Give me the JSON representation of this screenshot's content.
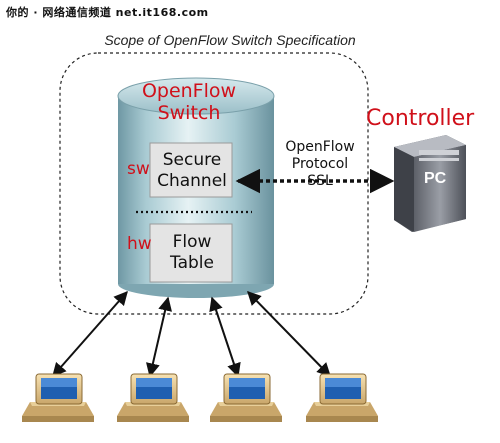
{
  "watermark": "你的 · 网络通信频道  net.it168.com",
  "scope_title": "Scope of OpenFlow Switch Specification",
  "switch": {
    "title_line1": "OpenFlow",
    "title_line2": "Switch"
  },
  "layers": {
    "sw": "sw",
    "hw": "hw"
  },
  "secure_channel": {
    "line1": "Secure",
    "line2": "Channel"
  },
  "flow_table": {
    "line1": "Flow",
    "line2": "Table"
  },
  "protocol": {
    "line1": "OpenFlow",
    "line2": "Protocol",
    "line3": "SSL"
  },
  "controller": {
    "label": "Controller",
    "pc_text": "PC"
  },
  "colors": {
    "accent_red": "#d0101a",
    "cylinder": "#a9cbd3",
    "box": "#e4e4e4",
    "pc_case": "#7d8088"
  },
  "icons": [
    "server-tower-icon",
    "host-computer-icon"
  ]
}
